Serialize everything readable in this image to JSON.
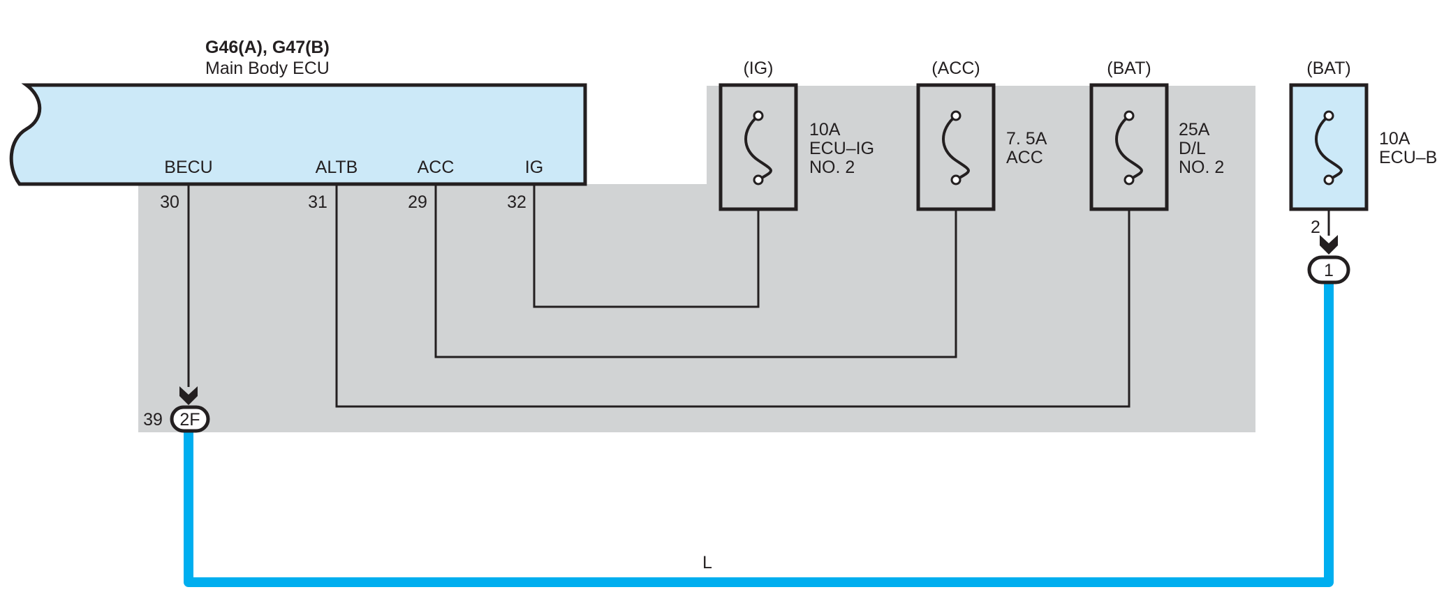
{
  "colors": {
    "background": "#ffffff",
    "shaded_area": "#d1d3d4",
    "ecu_fill": "#cce9f8",
    "fuse_fill": "#cce9f8",
    "line": "#231f20",
    "blue_wire": "#00aeef"
  },
  "ecu": {
    "connector_codes": "G46(A), G47(B)",
    "name": "Main Body ECU",
    "pins": [
      {
        "label": "BECU",
        "number": "30"
      },
      {
        "label": "ALTB",
        "number": "31"
      },
      {
        "label": "ACC",
        "number": "29"
      },
      {
        "label": "IG",
        "number": "32"
      }
    ]
  },
  "fuses": [
    {
      "source": "(IG)",
      "lines": [
        "10A",
        "ECU–IG",
        "NO. 2"
      ]
    },
    {
      "source": "(ACC)",
      "lines": [
        "7. 5A",
        "ACC"
      ]
    },
    {
      "source": "(BAT)",
      "lines": [
        "25A",
        "D/L",
        "NO. 2"
      ]
    },
    {
      "source": "(BAT)",
      "lines": [
        "10A",
        "ECU–B"
      ]
    }
  ],
  "connectors": {
    "left": {
      "pin": "39",
      "label": "2F"
    },
    "right": {
      "pin": "2",
      "label": "1"
    }
  },
  "wire_color_label": "L"
}
